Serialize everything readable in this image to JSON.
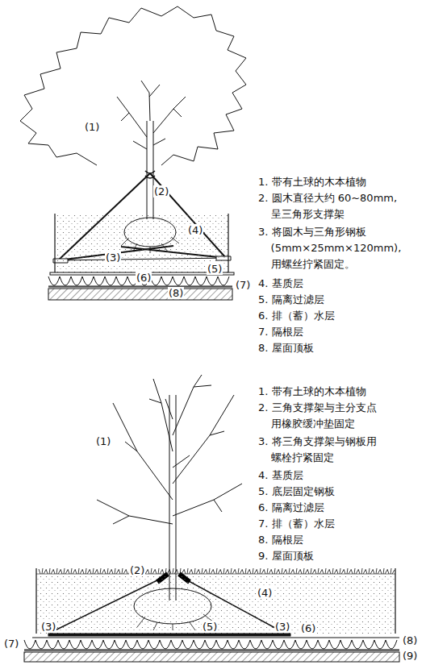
{
  "diagram": {
    "labels": [
      "(1)",
      "(2)",
      "(4)",
      "(3)",
      "(5)",
      "(6)",
      "(7)",
      "(8)",
      "1. 带有土球的木本植物",
      "2. 圆木直径大约 60~80mm, 呈三角形支撑架",
      "3. 将圆木与三角形钢板 (5mm×25mm×120mm), 用螺丝拧紧固定。",
      "4. 基质层",
      "5. 隔离过滤层",
      "6. 排（蓄）水层",
      "7. 隔根层",
      "8. 屋面顶板",
      "(1)",
      "(2)",
      "(4)",
      "(3)",
      "(5)",
      "(3)",
      "(6)",
      "(7)",
      "(8)",
      "(9)",
      "1. 带有土球的木本植物",
      "2. 三角支撑架与主分支点 用橡胶缓冲垫固定",
      "3. 将三角支撑架与钢板用 螺栓拧紧固定",
      "4. 基质层",
      "5. 底层固定钢板",
      "6. 隔离过滤层",
      "7. 排（蓄）水层",
      "8. 隔根层",
      "9. 屋面顶板"
    ]
  }
}
